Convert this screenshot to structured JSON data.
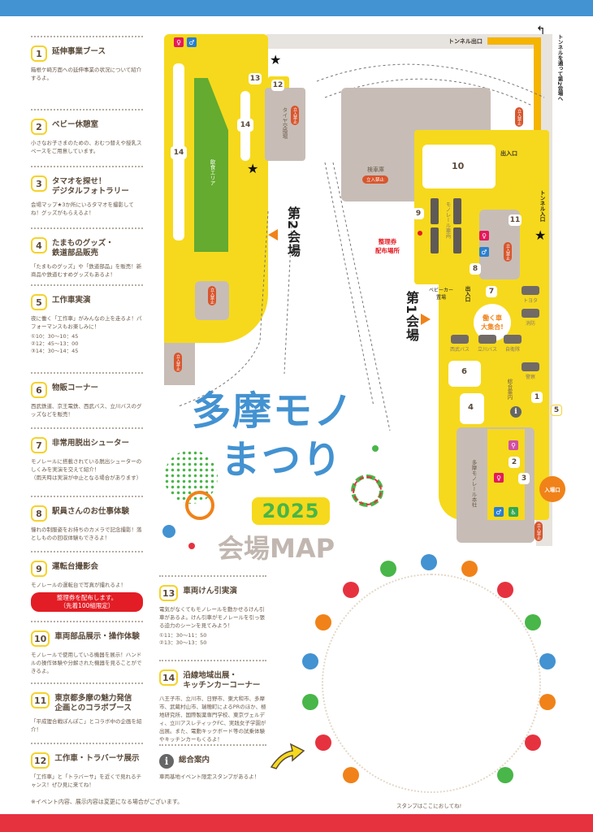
{
  "colors": {
    "top_bar": "#4392d1",
    "bottom_bar": "#e6323f",
    "venue_yellow": "#f6d91c",
    "building_gray": "#c7bdb6",
    "no_entry_red": "#d8562e",
    "accent_orange": "#f08219"
  },
  "items": [
    {
      "num": "1",
      "title": "延伸事業ブース",
      "desc": "箱根ケ崎方面への延伸事業の状況について紹介するよ。"
    },
    {
      "num": "2",
      "title": "ベビー休憩室",
      "desc": "小さなお子さまのための、おむつ替えや授乳スペースをご用意しています。"
    },
    {
      "num": "3",
      "title": "タマオを探せ！\nデジタルフォトラリー",
      "desc": "会場マップ★3か所にいるタマオを撮影してね！グッズがもらえるよ！"
    },
    {
      "num": "4",
      "title": "たまものグッズ・\n鉄道部品販売",
      "desc": "「たまものグッズ」や「鉄道部品」を販売！新商品や鉄道むすめグッズもあるよ！"
    },
    {
      "num": "5",
      "title": "工作車実演",
      "desc": "夜に働く「工作車」がみんなの上を走るよ！パフォーマンスもお楽しみに！",
      "times": "①10：30〜10：45\n②12：45〜13：00\n③14：30〜14：45"
    },
    {
      "num": "6",
      "title": "物販コーナー",
      "desc": "西武鉄道、京王電鉄、西武バス、立川バスのグッズなどを販売！"
    },
    {
      "num": "7",
      "title": "非常用脱出シューター",
      "desc": "モノレールに搭載されている脱出シューターのしくみを実演を交えて紹介！\n（雨天時は実演が中止となる場合があります）"
    },
    {
      "num": "8",
      "title": "駅員さんのお仕事体験",
      "desc": "憧れの制服姿をお持ちのカメラで記念撮影！落としものの回収体験もできるよ！"
    },
    {
      "num": "9",
      "title": "運転台撮影会",
      "desc": "モノレールの運転台で写真が撮れるよ！",
      "badge": "整理券を配布します。\n（先着100組限定）"
    },
    {
      "num": "10",
      "title": "車両部品展示・操作体験",
      "desc": "モノレールで使用している機器を展示！ハンドルの操作体験や分解された機器を見ることができるよ。"
    },
    {
      "num": "11",
      "title": "東京都多摩の魅力発信\n企画とのコラボブース",
      "desc": "「平成狸合戦ぽんぽこ」とコラボ中の企画を紹介！"
    },
    {
      "num": "12",
      "title": "工作車・トラバーサ展示",
      "desc": "「工作車」と「トラバーサ」を近くで見れるチャンス！ぜひ見に来てね！"
    },
    {
      "num": "13",
      "title": "車両けん引実演",
      "desc": "電気がなくてもモノレールを動かせるけん引車があるよ。けん引車がモノレールを引っ張る迫力のシーンを見てみよう！",
      "times": "①11：30〜11：50\n②13：30〜13：50"
    },
    {
      "num": "14",
      "title": "沿線地域出展・\nキッチンカーコーナー",
      "desc": "八王子市、立川市、日野市、東大和市、多摩市、武蔵村山市、瑞穂町によるPRのほか、極地研究所、国際製薬専門学校、東京ヴェルディ、立川アスレティックFC、実践女子学園が出展。また、電動キックボード等の試乗体験やキッチンカーもくるよ！"
    },
    {
      "icon": "info-icon",
      "title": "総合案内",
      "desc": "車両基地イベント限定スタンプがあるよ！"
    }
  ],
  "footer_note": "※イベント内容、展示内容は変更になる場合がございます。",
  "stamp_note": "スタンプはここにおしてね!",
  "logo": {
    "line1": "多摩モノ",
    "line2": "まつり",
    "year": "2025",
    "subtitle": "会場MAP"
  },
  "map": {
    "venue2_label": "第2会場",
    "venue1_label": "第1会場",
    "eating_area": "飲食エリア",
    "tire_area": "タイヤ交換場",
    "depot": "検車庫",
    "monorail_cars": "モノレール車両",
    "ticket_point": "整理券\n配布場所",
    "tunnel_exit": "トンネル出口",
    "tunnel_entrance": "トンネル入口",
    "tunnel_note": "トンネルを通って第2会場へ",
    "entrance_exit": "出入口",
    "stroller": "ベビーカー\n置場",
    "vehicles_gather": "働く車\n大集合!",
    "info_desk": "総合案内",
    "hq": "多摩モノレール本社",
    "entry": "入場口",
    "no_entry": "立入禁止",
    "vehicles": [
      "トヨタ",
      "消防",
      "西武バス",
      "立川バス",
      "自衛隊",
      "警察"
    ],
    "markers": [
      "1",
      "2",
      "3",
      "4",
      "5",
      "6",
      "7",
      "8",
      "9",
      "10",
      "11",
      "12",
      "13",
      "14"
    ]
  }
}
